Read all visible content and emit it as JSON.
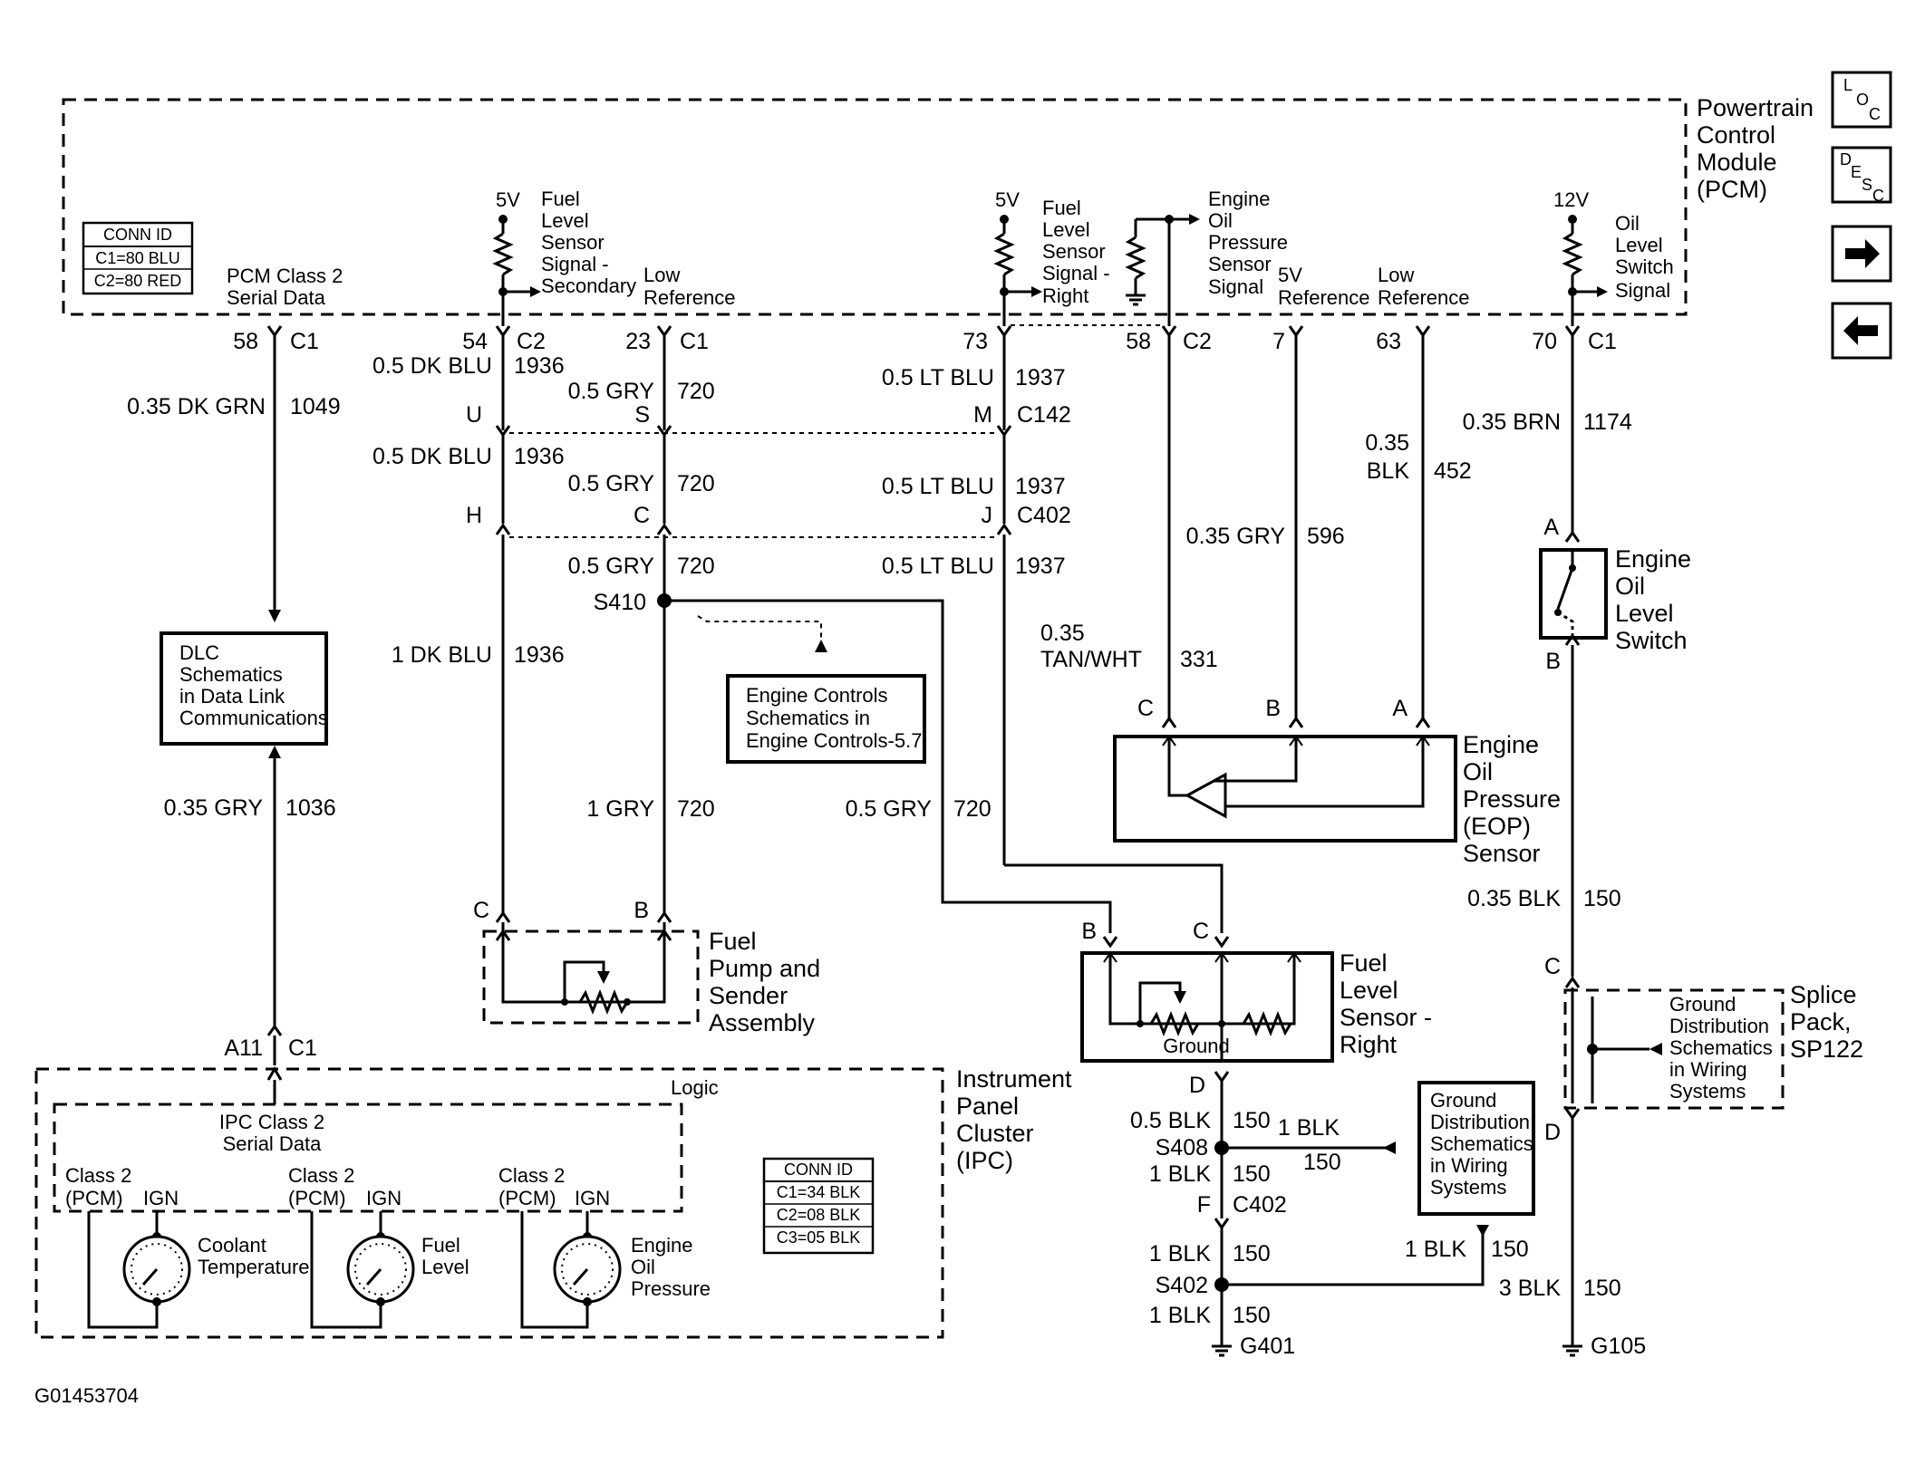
{
  "pcm": {
    "title": [
      "Powertrain",
      "Control",
      "Module",
      "(PCM)"
    ]
  },
  "pcm_conn": {
    "title": "CONN ID",
    "rows": [
      "C1=80 BLU",
      "C2=80 RED"
    ]
  },
  "ipc_conn": {
    "title": "CONN ID",
    "rows": [
      "C1=34 BLK",
      "C2=08 BLK",
      "C3=05 BLK"
    ]
  },
  "nav": {
    "loc": [
      "L",
      "O",
      "C"
    ],
    "desc": [
      "D",
      "E",
      "S",
      "C"
    ],
    "next": "➔",
    "prev": "🡐"
  },
  "pcm_labels": {
    "class2": [
      "PCM Class 2",
      "Serial Data"
    ],
    "fl_secondary": [
      "Fuel",
      "Level",
      "Sensor",
      "Signal -",
      "Secondary"
    ],
    "low_ref_1": [
      "Low",
      "Reference"
    ],
    "fl_right": [
      "Fuel",
      "Level",
      "Sensor",
      "Signal -",
      "Right"
    ],
    "eop_signal": [
      "Engine",
      "Oil",
      "Pressure",
      "Sensor",
      "Signal"
    ],
    "ref_5v": [
      "5V",
      "Reference"
    ],
    "low_ref_2": [
      "Low",
      "Reference"
    ],
    "oil_switch": [
      "Oil",
      "Level",
      "Switch",
      "Signal"
    ],
    "v5a": "5V",
    "v5b": "5V",
    "v12": "12V"
  },
  "pins": [
    {
      "num": "58",
      "conn": "C1"
    },
    {
      "num": "54",
      "conn": "C2"
    },
    {
      "num": "23",
      "conn": "C1"
    },
    {
      "num": "73",
      "conn": ""
    },
    {
      "num": "58",
      "conn": "C2"
    },
    {
      "num": "7",
      "conn": ""
    },
    {
      "num": "63",
      "conn": ""
    },
    {
      "num": "70",
      "conn": "C1"
    }
  ],
  "wires": {
    "w1049": [
      "0.35 DK GRN",
      "1049"
    ],
    "w1036": [
      "0.35 GRY",
      "1036"
    ],
    "w1936a": [
      "0.5 DK BLU",
      "1936"
    ],
    "w1936b": [
      "0.5 DK BLU",
      "1936"
    ],
    "w1936c": [
      "1 DK BLU",
      "1936"
    ],
    "w720a": [
      "0.5 GRY",
      "720"
    ],
    "w720b": [
      "0.5 GRY",
      "720"
    ],
    "w720c": [
      "0.5 GRY",
      "720"
    ],
    "w720d": [
      "1 GRY",
      "720"
    ],
    "w720e": [
      "0.5 GRY",
      "720"
    ],
    "w1937a": [
      "0.5 LT BLU",
      "1937"
    ],
    "w1937b": [
      "0.5 LT BLU",
      "1937"
    ],
    "w1937c": [
      "0.5 LT BLU",
      "1937"
    ],
    "w331": [
      "0.35",
      "TAN/WHT",
      "331"
    ],
    "w596": [
      "0.35 GRY",
      "596"
    ],
    "w452": [
      "0.35",
      "BLK",
      "452"
    ],
    "w1174": [
      "0.35 BRN",
      "1174"
    ],
    "w150a": [
      "0.35 BLK",
      "150"
    ],
    "w150b": [
      "0.5 BLK",
      "150"
    ],
    "w150c": [
      "1 BLK",
      "150"
    ],
    "w150d": [
      "1 BLK",
      "150"
    ],
    "w150e": [
      "1 BLK",
      "150"
    ],
    "w150f": [
      "1 BLK",
      "150"
    ],
    "w150g": [
      "1 BLK",
      "150"
    ],
    "w150h": [
      "3 BLK",
      "150"
    ]
  },
  "connectors": {
    "U": "U",
    "S": "S",
    "M": "M",
    "C142": "C142",
    "H": "H",
    "C": "C",
    "J": "J",
    "C402a": "C402",
    "F": "F",
    "C402b": "C402",
    "A11": "A11",
    "C1": "C1"
  },
  "splices": {
    "S410": "S410",
    "S408": "S408",
    "S402": "S402"
  },
  "grounds": {
    "G401": "G401",
    "G105": "G105"
  },
  "refs": {
    "dlc": [
      "DLC",
      "Schematics",
      "in Data Link",
      "Communications"
    ],
    "engine_controls": [
      "Engine Controls",
      "Schematics in",
      "Engine Controls-5.7"
    ],
    "ground_dist_1": [
      "Ground",
      "Distribution",
      "Schematics",
      "in Wiring",
      "Systems"
    ],
    "ground_dist_2": [
      "Ground",
      "Distribution",
      "Schematics",
      "in Wiring",
      "Systems"
    ]
  },
  "components": {
    "fuel_pump": {
      "title": [
        "Fuel",
        "Pump and",
        "Sender",
        "Assembly"
      ],
      "pin_c": "C",
      "pin_b": "B"
    },
    "fuel_level_right": {
      "title": [
        "Fuel",
        "Level",
        "Sensor -",
        "Right"
      ],
      "ground": "Ground",
      "pin_b": "B",
      "pin_c": "C",
      "pin_d": "D"
    },
    "eop": {
      "title": [
        "Engine",
        "Oil",
        "Pressure",
        "(EOP)",
        "Sensor"
      ],
      "pin_c": "C",
      "pin_b": "B",
      "pin_a": "A"
    },
    "oil_switch": {
      "title": [
        "Engine",
        "Oil",
        "Level",
        "Switch"
      ],
      "pin_a": "A",
      "pin_b": "B"
    },
    "splice_pack": {
      "title": [
        "Splice",
        "Pack,",
        "SP122"
      ],
      "pin_c": "C",
      "pin_d": "D"
    }
  },
  "ipc": {
    "title": [
      "Instrument",
      "Panel",
      "Cluster",
      "(IPC)"
    ],
    "logic": "Logic",
    "class2": [
      "IPC Class 2",
      "Serial Data"
    ],
    "gauges": [
      {
        "class2": [
          "Class 2",
          "(PCM)"
        ],
        "ign": "IGN",
        "name": [
          "Coolant",
          "Temperature"
        ]
      },
      {
        "class2": [
          "Class 2",
          "(PCM)"
        ],
        "ign": "IGN",
        "name": [
          "Fuel",
          "Level"
        ]
      },
      {
        "class2": [
          "Class 2",
          "(PCM)"
        ],
        "ign": "IGN",
        "name": [
          "Engine",
          "Oil",
          "Pressure"
        ]
      }
    ]
  },
  "figure_id": "G01453704"
}
